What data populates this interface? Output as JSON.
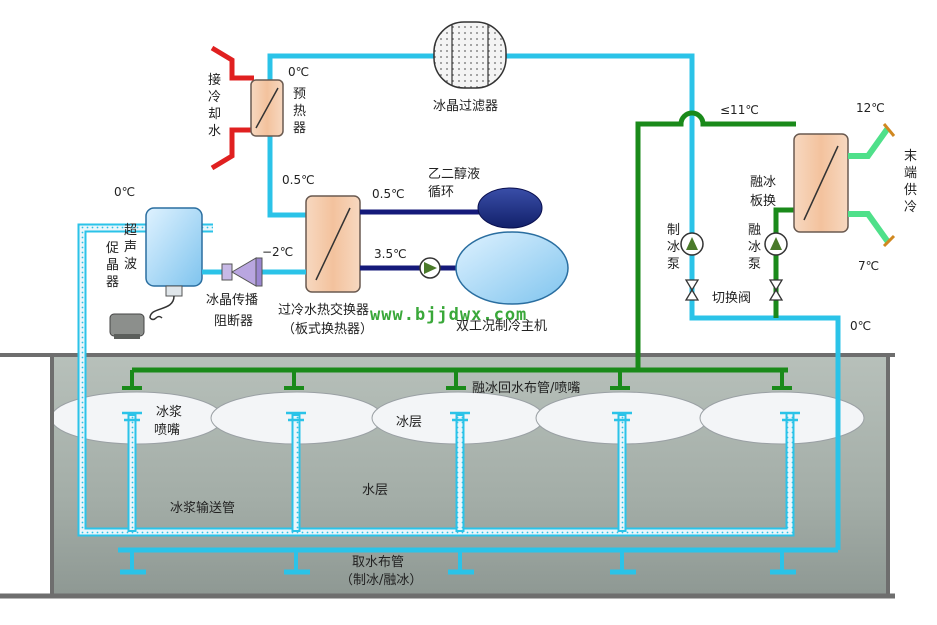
{
  "colors": {
    "cyan_pipe": "#2bc3e8",
    "green_pipe": "#1a8a1a",
    "red_pipe": "#e02020",
    "navy_pipe": "#151a7a",
    "light_green_pipe": "#4fe08a",
    "tank_wall": "#6e6e6e",
    "water": "#a9b3ad",
    "ice_layer": "#f2f4f6",
    "exchanger": "#f4c9a7",
    "pump": "#4a7a2a"
  },
  "labels": {
    "cooling_water": "接冷却水",
    "preheater": "预热器",
    "temp_0c_top": "0℃",
    "temp_05c_a": "0.5℃",
    "ice_filter": "冰晶过滤器",
    "glycol_loop": "乙二醇液循环",
    "temp_05c_b": "0.5℃",
    "temp_35c": "3.5℃",
    "temp_neg2c": "−2℃",
    "temp_0c_left": "0℃",
    "ultrasonic": "超声波",
    "promoter": "促晶器",
    "ice_blocker_1": "冰晶传播",
    "ice_blocker_2": "阻断器",
    "supercool_hx_1": "过冷水热交换器",
    "supercool_hx_2": "（板式换热器）",
    "chiller": "双工况制冷主机",
    "watermark": "www.bjjdwx.com",
    "temp_le11c": "≤11℃",
    "melt_plate_1": "融冰",
    "melt_plate_2": "板换",
    "temp_12c": "12℃",
    "terminal_cooling": "末端供冷",
    "temp_7c": "7℃",
    "ice_pump": "制冰泵",
    "melt_pump": "融冰泵",
    "switch_valve": "切换阀",
    "temp_0c_right": "0℃",
    "melt_return": "融冰回水布管/喷嘴",
    "slurry_nozzle_1": "冰浆",
    "slurry_nozzle_2": "喷嘴",
    "ice_layer": "冰层",
    "water_layer": "水层",
    "slurry_pipe": "冰浆输送管",
    "intake_pipe_1": "取水布管",
    "intake_pipe_2": "（制冰/融冰）"
  }
}
